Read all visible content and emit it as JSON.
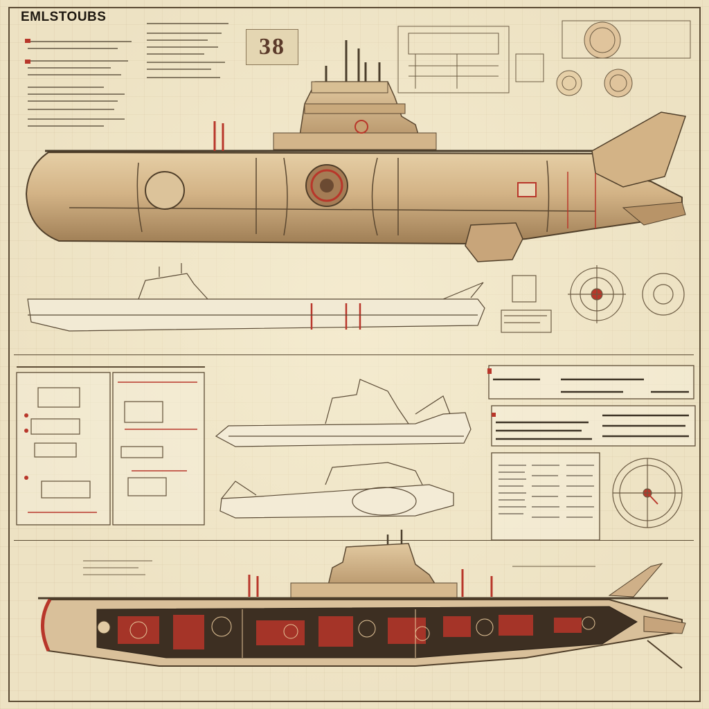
{
  "sheet": {
    "title": "EMLSTOUBS",
    "plate_number": "38",
    "accent_color": "#b8362a",
    "hull_color": "#d2b58a",
    "ink_color": "#4a3d2b"
  },
  "icons": [
    "submarine-profile-view",
    "submarine-outline-view",
    "submarine-cutaway-view",
    "periscope-mast-icon",
    "porthole-icon",
    "gear-schematic-icon",
    "compass-dial-icon"
  ]
}
